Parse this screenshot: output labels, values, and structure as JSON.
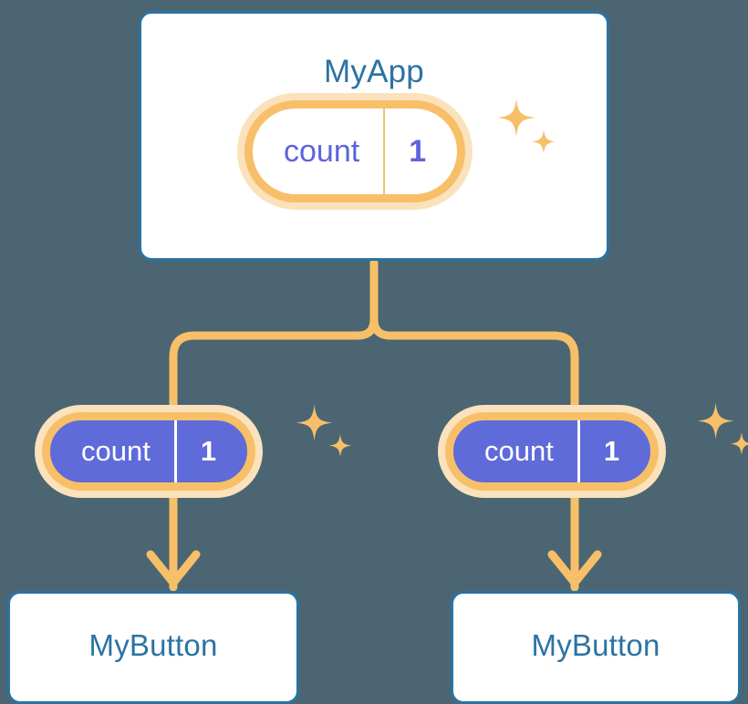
{
  "theme": {
    "background": "#4b6672",
    "card_border": "#2b73a3",
    "card_fill": "#ffffff",
    "title_text": "#2b73a3",
    "accent_orange": "#f8bf69",
    "accent_orange_pale": "#fbe2bc",
    "state_purple": "#5f6bd8",
    "state_text_light": "#5d63dd",
    "state_text_on_fill": "#ffffff"
  },
  "diagram": {
    "type": "component-tree",
    "root": {
      "id": "app-card",
      "title": "MyApp",
      "state_pill": {
        "key": "count",
        "value": "1",
        "style": "light",
        "sparkle": true
      }
    },
    "branches": [
      {
        "id": "branch-left",
        "state_pill": {
          "key": "count",
          "value": "1",
          "style": "filled",
          "sparkle": true
        },
        "child": {
          "id": "button-card-left",
          "title": "MyButton"
        }
      },
      {
        "id": "branch-right",
        "state_pill": {
          "key": "count",
          "value": "1",
          "style": "filled",
          "sparkle": true
        },
        "child": {
          "id": "button-card-right",
          "title": "MyButton"
        }
      }
    ]
  },
  "icons": {
    "sparkle_large": "sparkle-four-point-icon",
    "sparkle_small": "sparkle-four-point-small-icon",
    "arrow_down": "arrow-down-icon",
    "tree_connector": "tree-branch-connector-icon"
  }
}
